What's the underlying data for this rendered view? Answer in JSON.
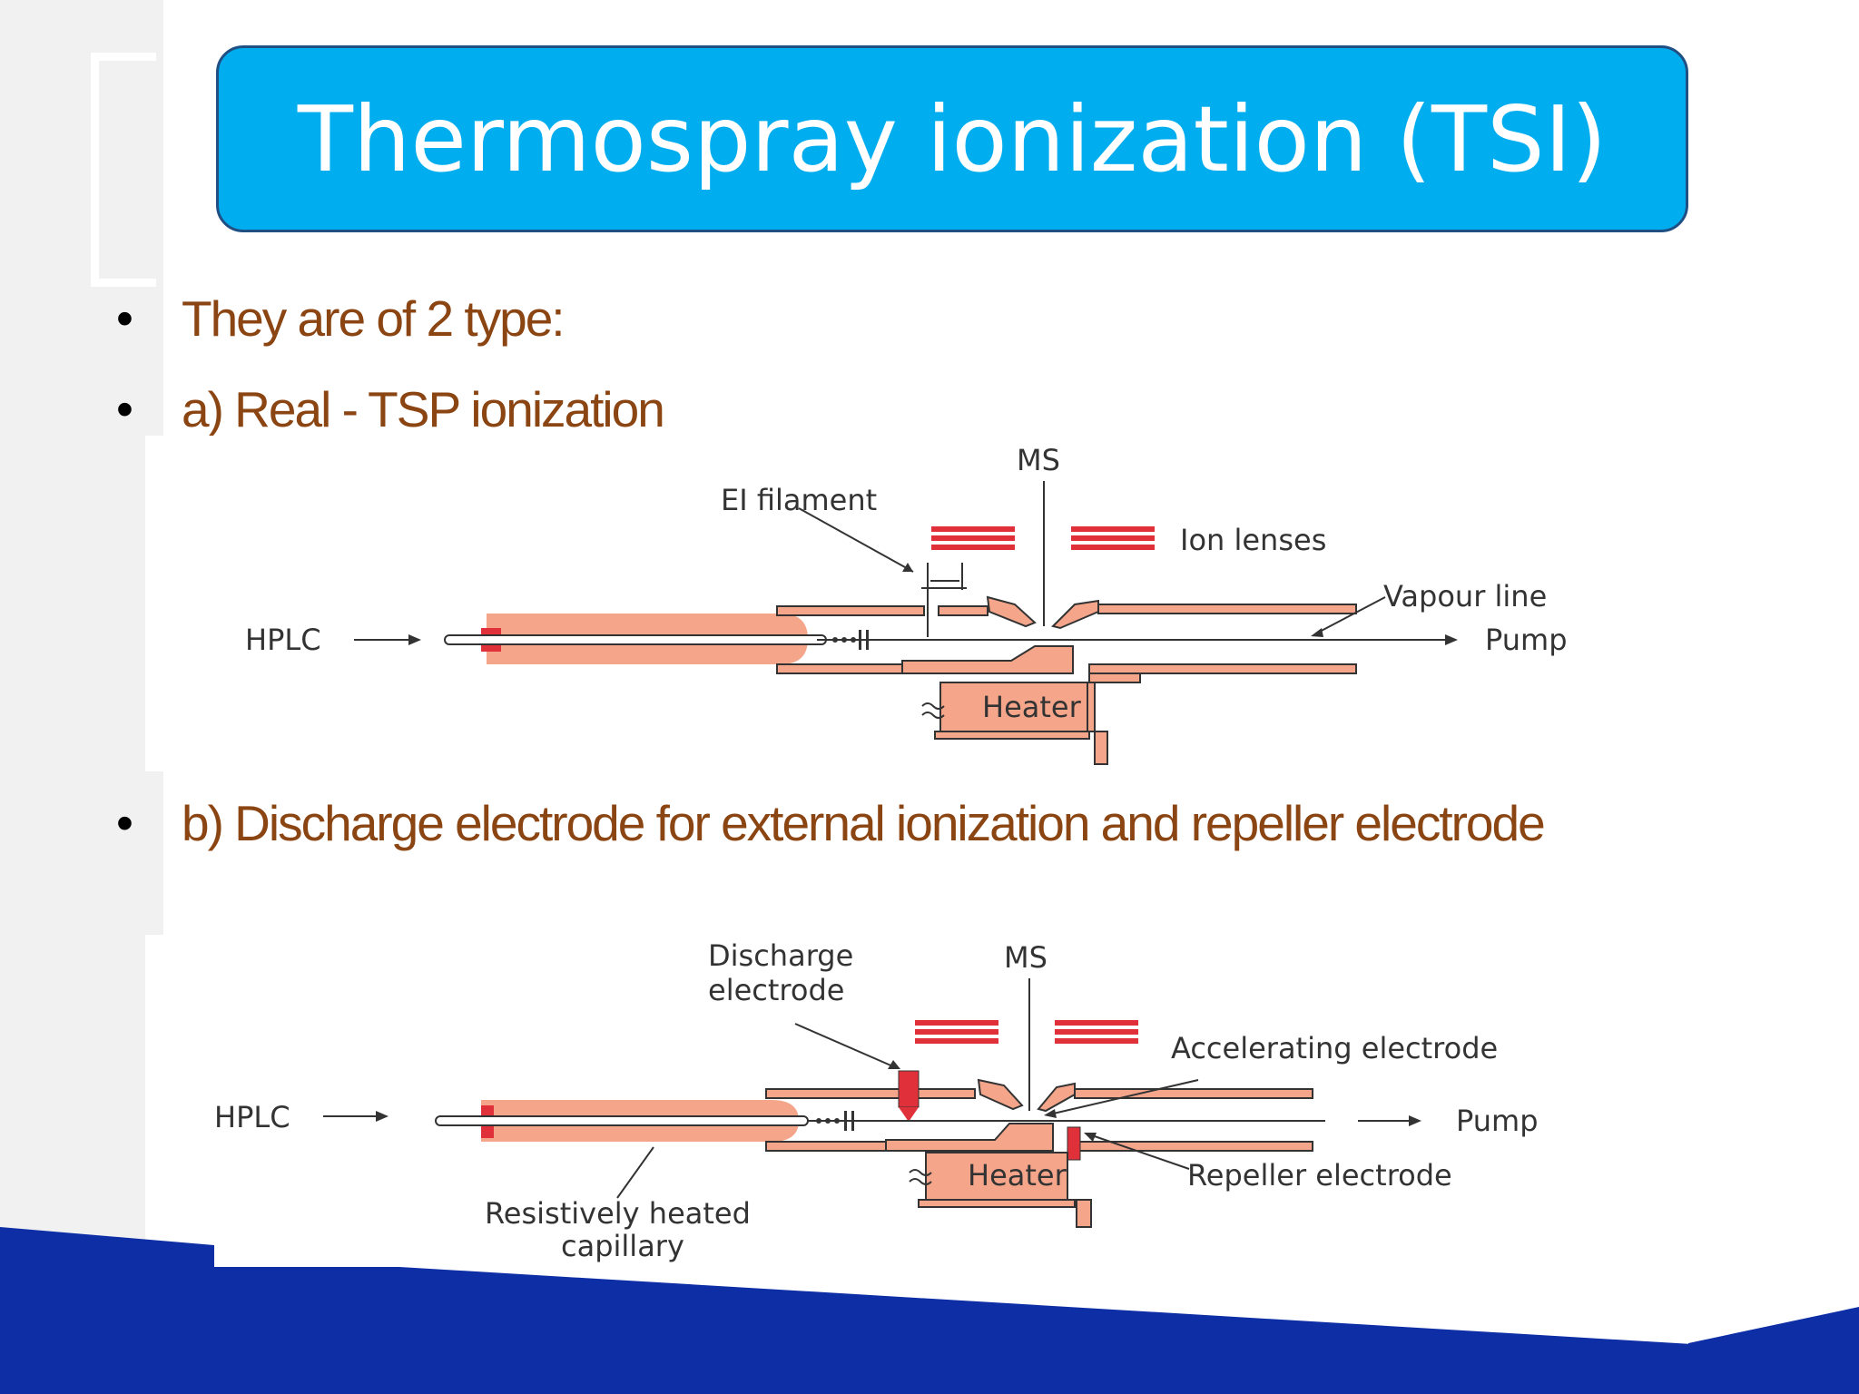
{
  "slide": {
    "title": "Thermospray ionization (TSI)"
  },
  "bullets": [
    {
      "text": "They are of 2 type:"
    },
    {
      "text": "a) Real - TSP ionization"
    },
    {
      "text": "b) Discharge electrode for external ionization and repeller electrode"
    }
  ],
  "diagram_a": {
    "labels": {
      "ms": "MS",
      "ei_filament": "EI filament",
      "ion_lenses": "Ion lenses",
      "hplc": "HPLC",
      "vapour_line": "Vapour line",
      "pump": "Pump",
      "heater": "Heater"
    }
  },
  "diagram_b": {
    "labels": {
      "discharge_electrode_1": "Discharge",
      "discharge_electrode_2": "electrode",
      "ms": "MS",
      "accelerating_electrode": "Accelerating electrode",
      "hplc": "HPLC",
      "pump": "Pump",
      "heater": "Heater",
      "repeller_electrode": "Repeller electrode",
      "capillary_1": "Resistively heated",
      "capillary_2": "capillary"
    }
  },
  "colors": {
    "title_bg": "#00aeef",
    "bullet_text": "#8b4513",
    "capillary": "#f4a58a",
    "lens_red": "#e0303a",
    "footer_blue": "#0e2ea6"
  }
}
